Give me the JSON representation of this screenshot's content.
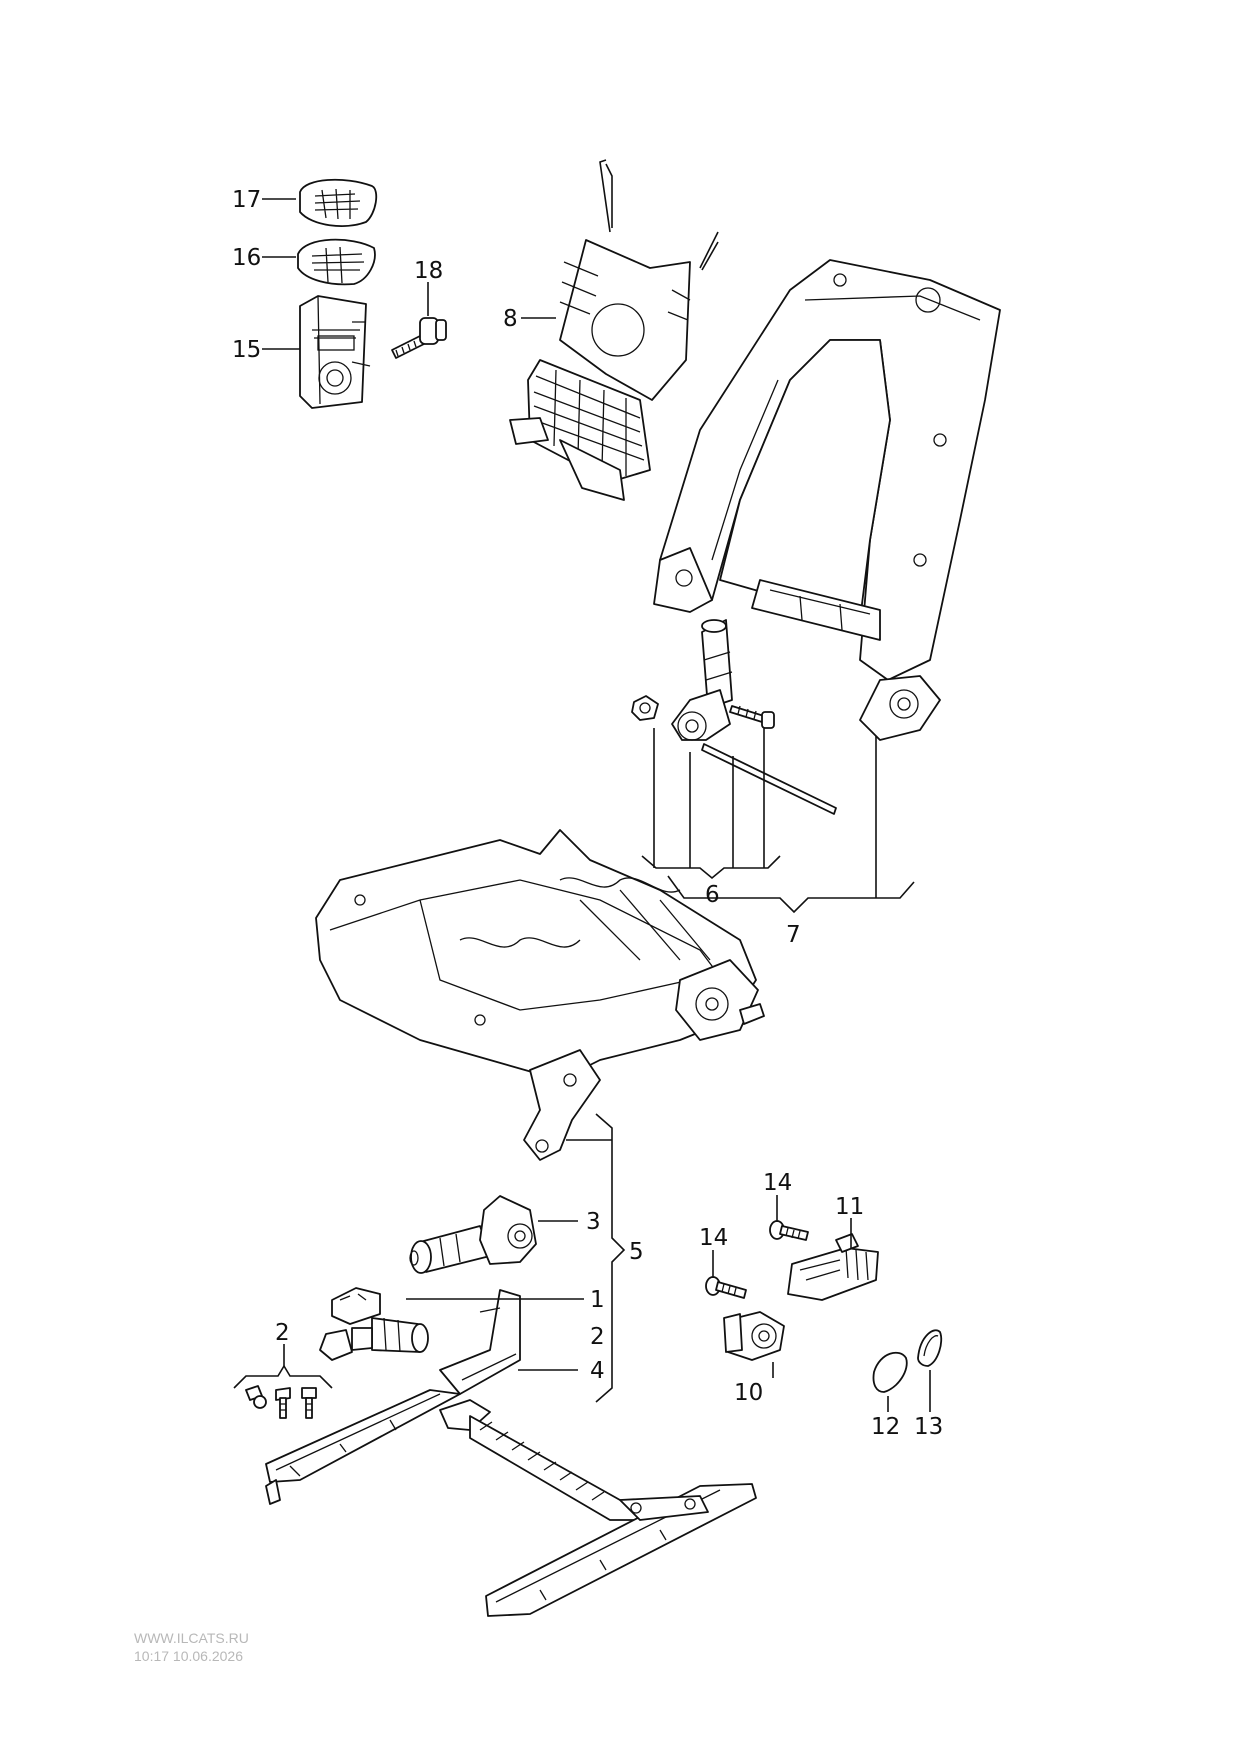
{
  "callouts": {
    "c1": "1",
    "c2a": "2",
    "c2b": "2",
    "c3": "3",
    "c4": "4",
    "c5": "5",
    "c6": "6",
    "c7": "7",
    "c8": "8",
    "c10": "10",
    "c11": "11",
    "c12": "12",
    "c13": "13",
    "c14a": "14",
    "c14b": "14",
    "c15": "15",
    "c16": "16",
    "c17": "17",
    "c18": "18"
  },
  "watermark": {
    "site": "WWW.ILCATS.RU",
    "timestamp": "10:17 10.06.2026"
  }
}
